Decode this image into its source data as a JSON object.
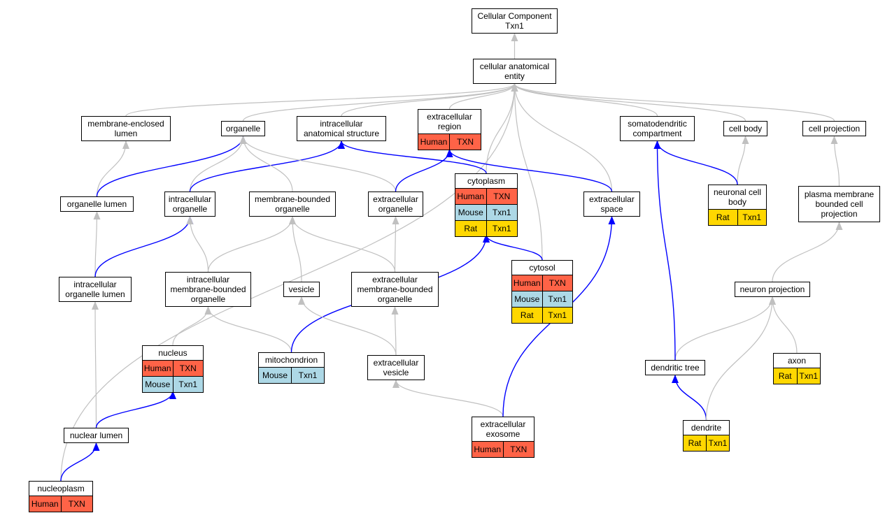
{
  "diagram": {
    "colors": {
      "human": "#ff6347",
      "mouse": "#add8e6",
      "rat": "#ffd700",
      "edge_gray": "#c0c0c0",
      "edge_blue": "#0000ff"
    },
    "nodes": [
      {
        "id": "cc",
        "label": "Cellular Component\nTxn1",
        "rows": []
      },
      {
        "id": "cae",
        "label": "cellular anatomical\nentity",
        "rows": []
      },
      {
        "id": "mel",
        "label": "membrane-enclosed\nlumen",
        "rows": []
      },
      {
        "id": "org",
        "label": "organelle",
        "rows": []
      },
      {
        "id": "ias",
        "label": "intracellular\nanatomical structure",
        "rows": []
      },
      {
        "id": "ecr",
        "label": "extracellular\nregion",
        "rows": [
          {
            "species": "Human",
            "gene": "TXN",
            "color": "human"
          }
        ]
      },
      {
        "id": "sdc",
        "label": "somatodendritic\ncompartment",
        "rows": []
      },
      {
        "id": "cb",
        "label": "cell body",
        "rows": []
      },
      {
        "id": "cp",
        "label": "cell projection",
        "rows": []
      },
      {
        "id": "ol",
        "label": "organelle lumen",
        "rows": []
      },
      {
        "id": "io",
        "label": "intracellular\norganelle",
        "rows": []
      },
      {
        "id": "mbo",
        "label": "membrane-bounded\norganelle",
        "rows": []
      },
      {
        "id": "eco",
        "label": "extracellular\norganelle",
        "rows": []
      },
      {
        "id": "cyto",
        "label": "cytoplasm",
        "rows": [
          {
            "species": "Human",
            "gene": "TXN",
            "color": "human"
          },
          {
            "species": "Mouse",
            "gene": "Txn1",
            "color": "mouse"
          },
          {
            "species": "Rat",
            "gene": "Txn1",
            "color": "rat"
          }
        ]
      },
      {
        "id": "ecs",
        "label": "extracellular\nspace",
        "rows": []
      },
      {
        "id": "ncb",
        "label": "neuronal cell\nbody",
        "rows": [
          {
            "species": "Rat",
            "gene": "Txn1",
            "color": "rat"
          }
        ]
      },
      {
        "id": "pmb",
        "label": "plasma membrane\nbounded cell\nprojection",
        "rows": []
      },
      {
        "id": "iol",
        "label": "intracellular\norganelle lumen",
        "rows": []
      },
      {
        "id": "imbo",
        "label": "intracellular\nmembrane-bounded\norganelle",
        "rows": []
      },
      {
        "id": "ves",
        "label": "vesicle",
        "rows": []
      },
      {
        "id": "embo",
        "label": "extracellular\nmembrane-bounded\norganelle",
        "rows": []
      },
      {
        "id": "cytosol",
        "label": "cytosol",
        "rows": [
          {
            "species": "Human",
            "gene": "TXN",
            "color": "human"
          },
          {
            "species": "Mouse",
            "gene": "Txn1",
            "color": "mouse"
          },
          {
            "species": "Rat",
            "gene": "Txn1",
            "color": "rat"
          }
        ]
      },
      {
        "id": "np",
        "label": "neuron projection",
        "rows": []
      },
      {
        "id": "nuc",
        "label": "nucleus",
        "rows": [
          {
            "species": "Human",
            "gene": "TXN",
            "color": "human"
          },
          {
            "species": "Mouse",
            "gene": "Txn1",
            "color": "mouse"
          }
        ]
      },
      {
        "id": "mito",
        "label": "mitochondrion",
        "rows": [
          {
            "species": "Mouse",
            "gene": "Txn1",
            "color": "mouse"
          }
        ]
      },
      {
        "id": "ecv",
        "label": "extracellular\nvesicle",
        "rows": []
      },
      {
        "id": "dt",
        "label": "dendritic tree",
        "rows": []
      },
      {
        "id": "axon",
        "label": "axon",
        "rows": [
          {
            "species": "Rat",
            "gene": "Txn1",
            "color": "rat"
          }
        ]
      },
      {
        "id": "nl",
        "label": "nuclear lumen",
        "rows": []
      },
      {
        "id": "exo",
        "label": "extracellular\nexosome",
        "rows": [
          {
            "species": "Human",
            "gene": "TXN",
            "color": "human"
          }
        ]
      },
      {
        "id": "dend",
        "label": "dendrite",
        "rows": [
          {
            "species": "Rat",
            "gene": "Txn1",
            "color": "rat"
          }
        ]
      },
      {
        "id": "nplasm",
        "label": "nucleoplasm",
        "rows": [
          {
            "species": "Human",
            "gene": "TXN",
            "color": "human"
          }
        ]
      }
    ],
    "edges": [
      {
        "from": "cae",
        "to": "cc",
        "color": "gray"
      },
      {
        "from": "mel",
        "to": "cae",
        "color": "gray"
      },
      {
        "from": "org",
        "to": "cae",
        "color": "gray"
      },
      {
        "from": "ias",
        "to": "cae",
        "color": "gray"
      },
      {
        "from": "ecr",
        "to": "cae",
        "color": "gray"
      },
      {
        "from": "cyto",
        "to": "cae",
        "color": "gray"
      },
      {
        "from": "cytosol",
        "to": "cae",
        "color": "gray"
      },
      {
        "from": "ecs",
        "to": "cae",
        "color": "gray"
      },
      {
        "from": "sdc",
        "to": "cae",
        "color": "gray"
      },
      {
        "from": "cb",
        "to": "cae",
        "color": "gray"
      },
      {
        "from": "cp",
        "to": "cae",
        "color": "gray"
      },
      {
        "from": "nplasm",
        "to": "cae",
        "color": "gray"
      },
      {
        "from": "ol",
        "to": "mel",
        "color": "gray"
      },
      {
        "from": "ol",
        "to": "org",
        "color": "blue"
      },
      {
        "from": "io",
        "to": "org",
        "color": "gray"
      },
      {
        "from": "io",
        "to": "ias",
        "color": "blue"
      },
      {
        "from": "mbo",
        "to": "org",
        "color": "gray"
      },
      {
        "from": "eco",
        "to": "org",
        "color": "gray"
      },
      {
        "from": "eco",
        "to": "ecr",
        "color": "blue"
      },
      {
        "from": "cyto",
        "to": "ias",
        "color": "blue"
      },
      {
        "from": "ecs",
        "to": "ecr",
        "color": "blue"
      },
      {
        "from": "ncb",
        "to": "cb",
        "color": "gray"
      },
      {
        "from": "ncb",
        "to": "sdc",
        "color": "blue"
      },
      {
        "from": "pmb",
        "to": "cp",
        "color": "gray"
      },
      {
        "from": "iol",
        "to": "ol",
        "color": "gray"
      },
      {
        "from": "iol",
        "to": "io",
        "color": "blue"
      },
      {
        "from": "imbo",
        "to": "io",
        "color": "gray"
      },
      {
        "from": "imbo",
        "to": "mbo",
        "color": "gray"
      },
      {
        "from": "ves",
        "to": "mbo",
        "color": "gray"
      },
      {
        "from": "embo",
        "to": "mbo",
        "color": "gray"
      },
      {
        "from": "embo",
        "to": "eco",
        "color": "gray"
      },
      {
        "from": "cytosol",
        "to": "cyto",
        "color": "blue"
      },
      {
        "from": "np",
        "to": "pmb",
        "color": "gray"
      },
      {
        "from": "nuc",
        "to": "imbo",
        "color": "gray"
      },
      {
        "from": "mito",
        "to": "imbo",
        "color": "gray"
      },
      {
        "from": "mito",
        "to": "cyto",
        "color": "blue"
      },
      {
        "from": "ecv",
        "to": "ves",
        "color": "gray"
      },
      {
        "from": "ecv",
        "to": "embo",
        "color": "gray"
      },
      {
        "from": "dt",
        "to": "np",
        "color": "gray"
      },
      {
        "from": "dt",
        "to": "sdc",
        "color": "blue"
      },
      {
        "from": "axon",
        "to": "np",
        "color": "gray"
      },
      {
        "from": "nl",
        "to": "iol",
        "color": "gray"
      },
      {
        "from": "nl",
        "to": "nuc",
        "color": "blue"
      },
      {
        "from": "exo",
        "to": "ecv",
        "color": "gray"
      },
      {
        "from": "exo",
        "to": "ecs",
        "color": "blue"
      },
      {
        "from": "dend",
        "to": "dt",
        "color": "blue"
      },
      {
        "from": "dend",
        "to": "np",
        "color": "gray"
      },
      {
        "from": "nplasm",
        "to": "nl",
        "color": "blue"
      }
    ]
  }
}
